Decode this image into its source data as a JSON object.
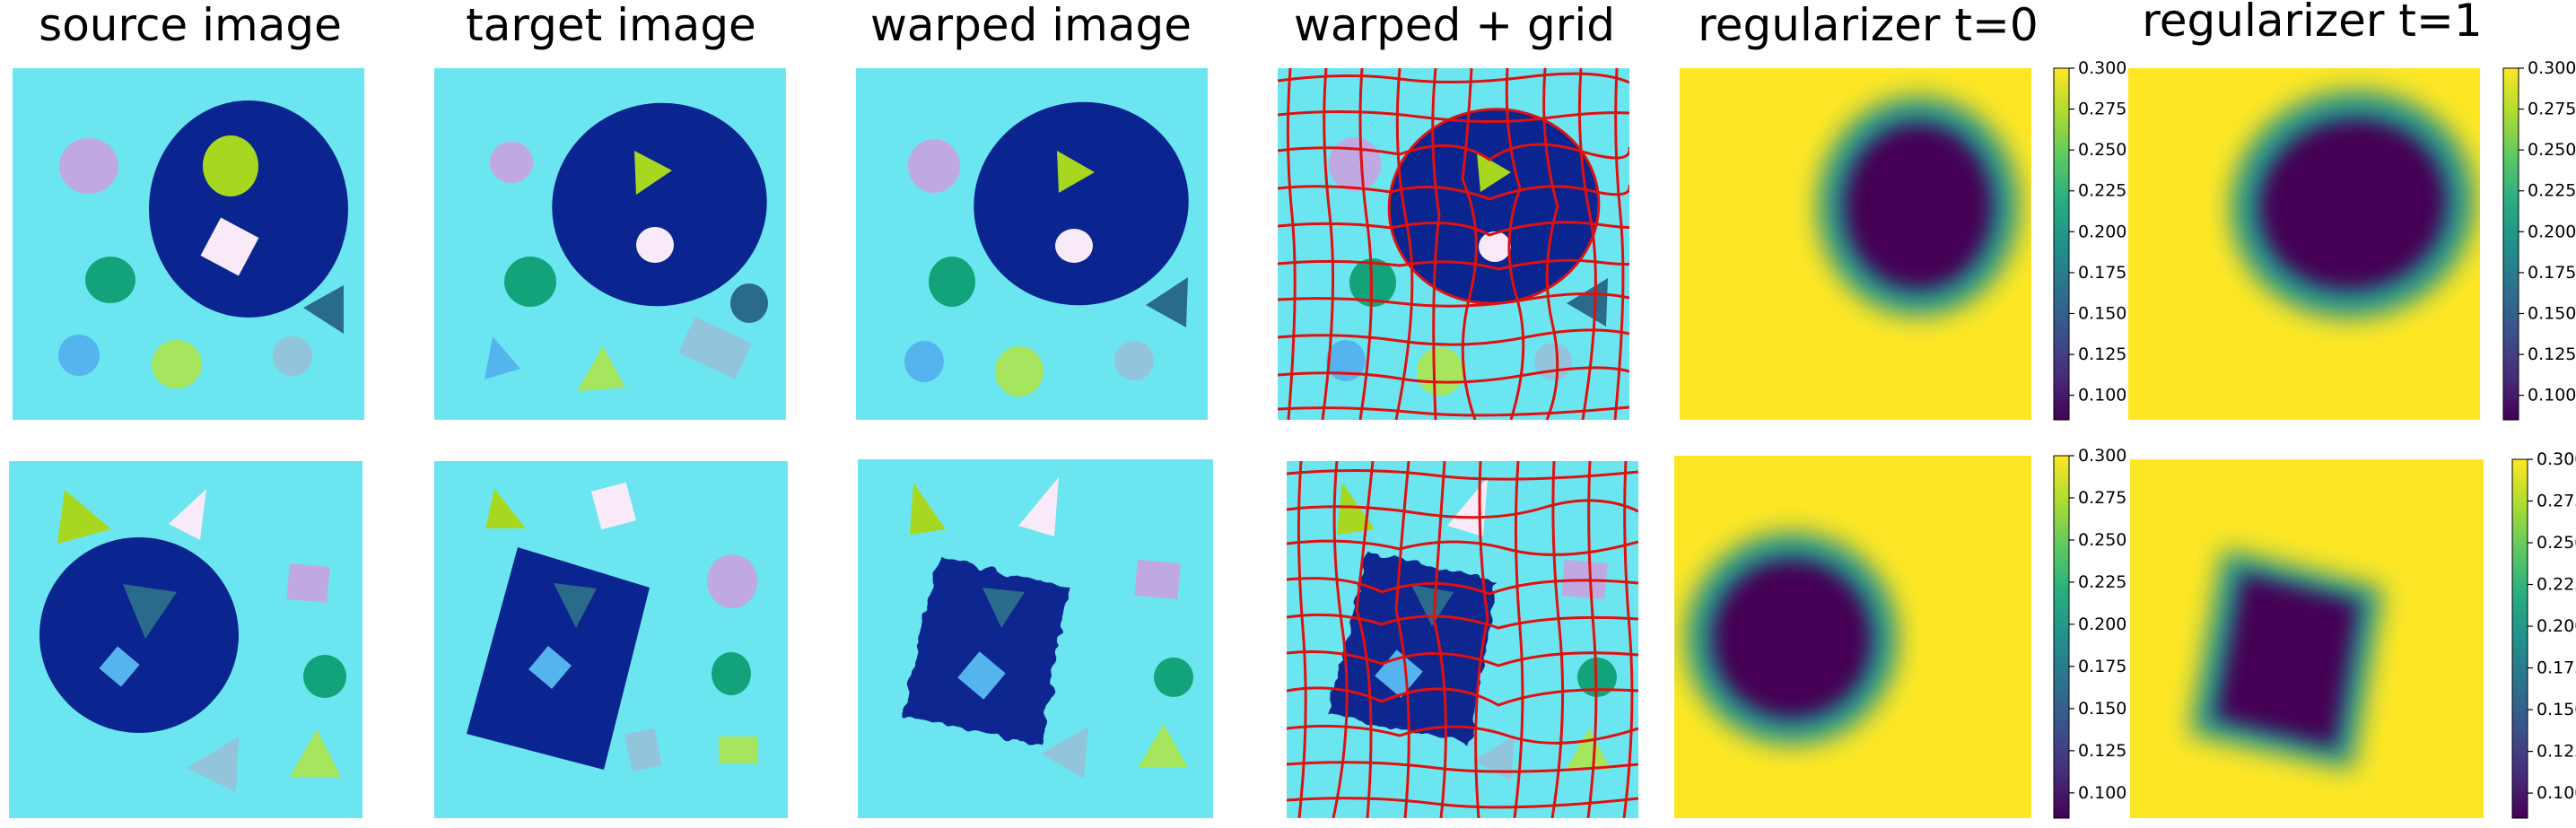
{
  "chart_data": {
    "type": "heatmap",
    "columns": [
      {
        "title": "source image"
      },
      {
        "title": "target image"
      },
      {
        "title": "warped image"
      },
      {
        "title": "warped + grid"
      },
      {
        "title": "regularizer t=0"
      },
      {
        "title": "regularizer t=1"
      }
    ],
    "colorbar": {
      "colormap": "viridis",
      "vmin": 0.085,
      "vmax": 0.3,
      "ticks": [
        "0.100",
        "0.125",
        "0.150",
        "0.175",
        "0.200",
        "0.225",
        "0.250",
        "0.275",
        "0.300"
      ]
    },
    "rows": [
      {
        "background": "#6be6f0",
        "source": [
          {
            "shape": "ellipse",
            "cx": 0.5,
            "cy": 0.5,
            "rx": 0.15,
            "ry": 0.2,
            "color": "#0b2590",
            "ring": true
          }
        ]
      }
    ]
  }
}
